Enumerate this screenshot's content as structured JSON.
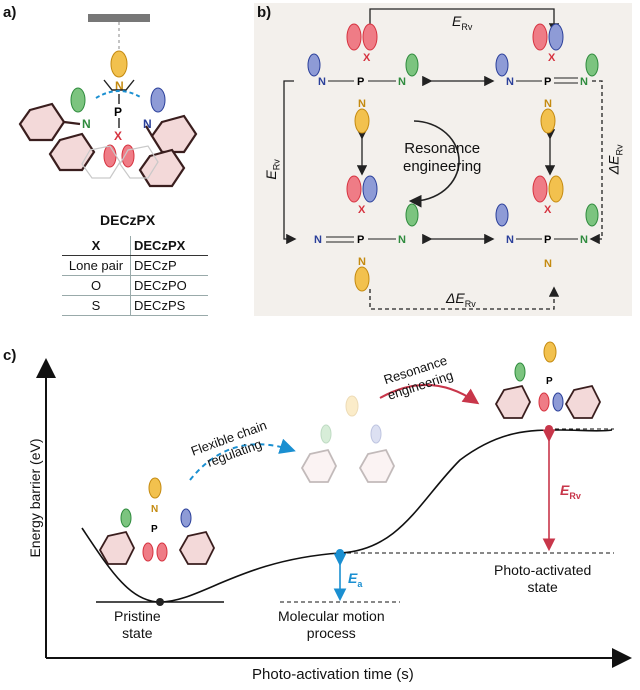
{
  "panel_labels": {
    "a": "a)",
    "b": "b)",
    "c": "c)"
  },
  "panel_a": {
    "molecule_name": "DECzPX",
    "table": {
      "headers": [
        "X",
        "DECzPX"
      ],
      "rows": [
        [
          "Lone pair",
          "DECzP"
        ],
        [
          "O",
          "DECzPO"
        ],
        [
          "S",
          "DECzPS"
        ]
      ]
    }
  },
  "panel_b": {
    "center_text_line1": "Resonance",
    "center_text_line2": "engineering",
    "top_energy": "E",
    "top_energy_sub": "Rv",
    "left_energy": "E",
    "left_energy_sub": "Rv",
    "right_energy": "ΔE",
    "right_energy_sub": "Rv",
    "bottom_energy": "ΔE",
    "bottom_energy_sub": "Rv"
  },
  "panel_c": {
    "y_axis_label": "Energy barrier (eV)",
    "x_axis_label": "Photo-activation time (s)",
    "state_pristine_line1": "Pristine",
    "state_pristine_line2": "state",
    "state_motion_line1": "Molecular motion",
    "state_motion_line2": "process",
    "state_activated_line1": "Photo-activated",
    "state_activated_line2": "state",
    "flex_line1": "Flexible chain",
    "flex_line2": "regulating",
    "res_line1": "Resonance",
    "res_line2": "engineering",
    "ea_label": "E",
    "ea_sub": "a",
    "erv_label": "E",
    "erv_sub": "Rv"
  },
  "atom_labels": {
    "P": "P",
    "N": "N",
    "X": "X"
  },
  "colors": {
    "red": "#d6323f",
    "blue": "#2a3f9a",
    "green": "#2e8b3d",
    "orange": "#e8a21c",
    "cyan": "#1a8fd1",
    "crimson": "#c8364a"
  }
}
